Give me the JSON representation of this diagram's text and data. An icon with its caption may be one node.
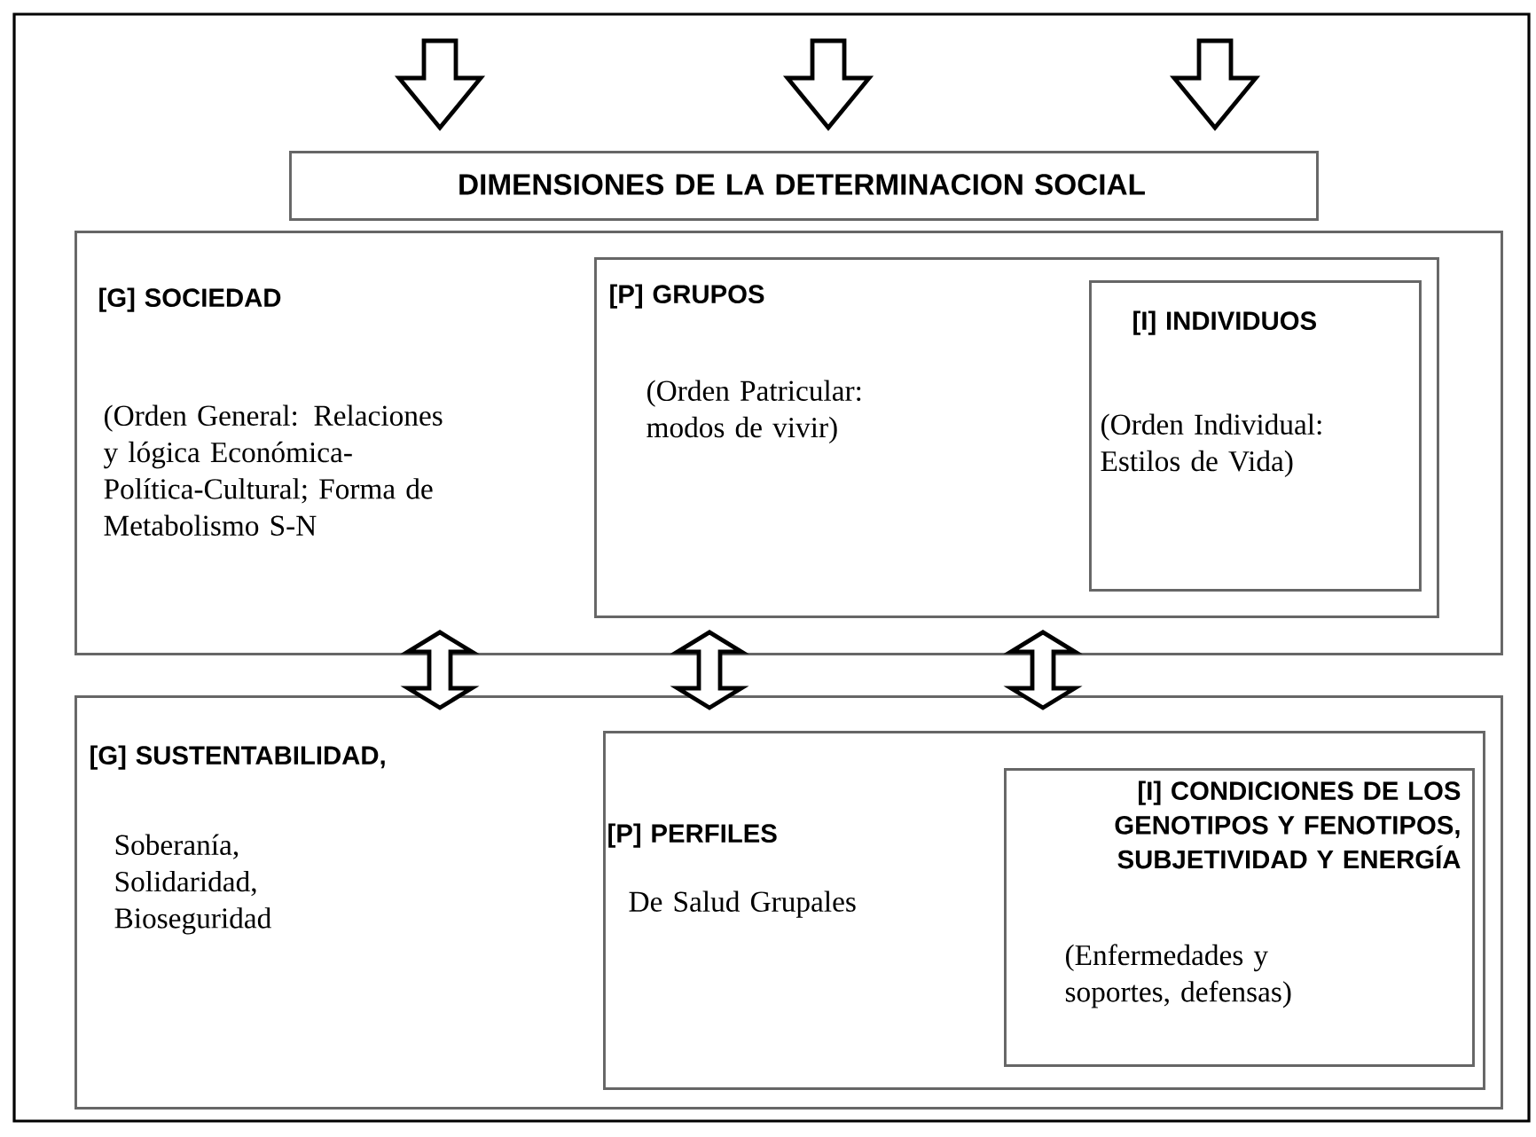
{
  "diagram": {
    "nodes": [
      {
        "text": [
          "DIMENSIONES DE LA DETERMINACION SOCIAL"
        ]
      },
      {
        "text": [
          "[G] SOCIEDAD",
          "(Orden General: Relaciones y lógica Económica-Política-Cultural; Forma de Metabolismo S-N"
        ]
      },
      {
        "text": [
          "[P] GRUPOS",
          "(Orden Patricular: modos de vivir)"
        ],
        "in": 1
      },
      {
        "text": [
          "[I] INDIVIDUOS",
          "(Orden Individual: Estilos de Vida)"
        ],
        "in": 2
      },
      {
        "text": [
          "[G] SUSTENTABILIDAD,",
          "Soberanía, Solidaridad, Bioseguridad"
        ]
      },
      {
        "text": [
          "[P] PERFILES",
          "De Salud Grupales"
        ],
        "in": 4
      },
      {
        "text": [
          "[I] CONDICIONES DE LOS GENOTIPOS Y FENOTIPOS, SUBJETIVIDAD Y ENERGÍA",
          "(Enfermedades y soportes, defensas)"
        ],
        "in": 5
      }
    ],
    "edges": [
      {
        "from": null,
        "to": 0,
        "arrow": "to"
      },
      {
        "from": null,
        "to": 0,
        "arrow": "to"
      },
      {
        "from": null,
        "to": 0,
        "arrow": "to"
      },
      {
        "from": 1,
        "to": 4,
        "arrow": "both"
      },
      {
        "from": 1,
        "to": 4,
        "arrow": "both"
      },
      {
        "from": 1,
        "to": 4,
        "arrow": "both"
      }
    ]
  }
}
